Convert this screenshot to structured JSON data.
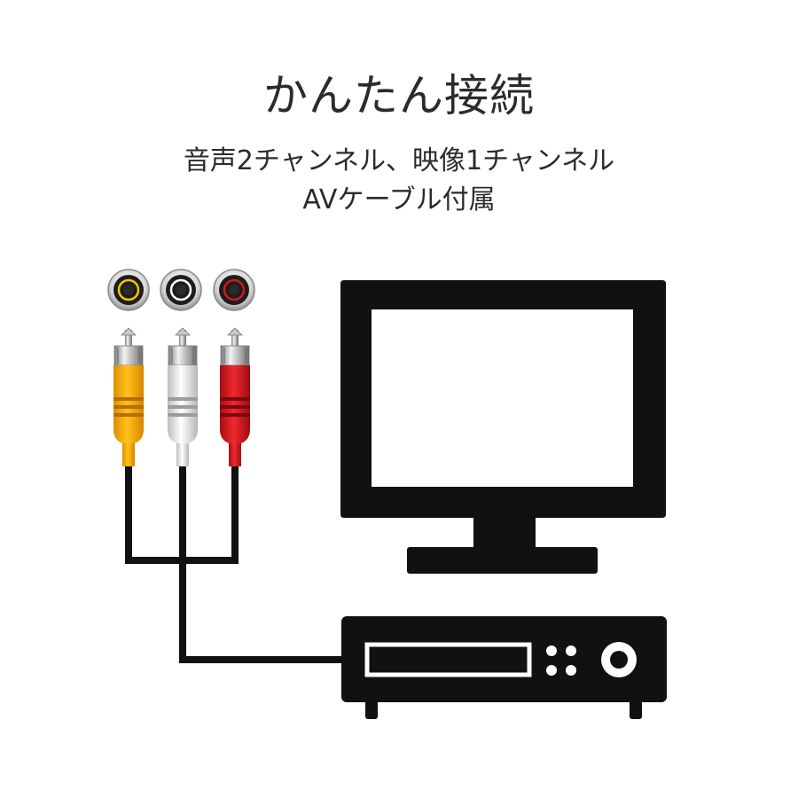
{
  "header": {
    "title": "かんたん接続",
    "subtitle_line1": "音声2チャンネル、映像1チャンネル",
    "subtitle_line2": "AVケーブル付属"
  },
  "illustration": {
    "jack_colors": [
      "#f2c500",
      "#ffffff",
      "#d8141e"
    ],
    "plug_colors": {
      "yellow": "#f7a600",
      "white": "#e4e4e4",
      "red": "#d8141e"
    },
    "device_color": "#111111",
    "cable_color": "#111111"
  }
}
